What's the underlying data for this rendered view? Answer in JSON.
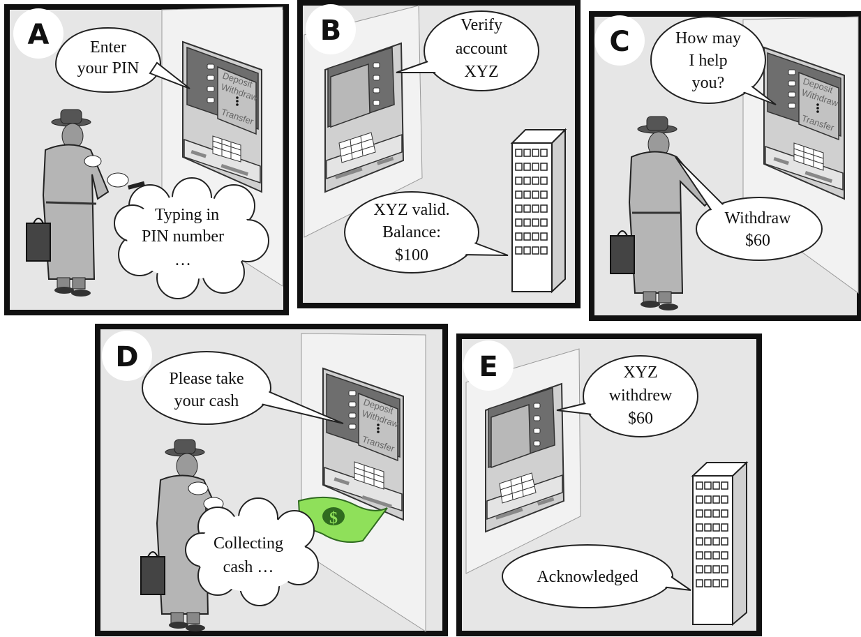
{
  "panels": [
    {
      "id": "A",
      "letter": "A",
      "speech": [
        "Enter",
        "your PIN"
      ],
      "thought": [
        "Typing in",
        "PIN number",
        "…"
      ],
      "screen_menu": [
        "Deposit",
        "Withdraw",
        "Transfer"
      ]
    },
    {
      "id": "B",
      "letter": "B",
      "speech_atm": [
        "Verify",
        "account",
        "XYZ"
      ],
      "speech_bank": [
        "XYZ valid.",
        "Balance:",
        "$100"
      ]
    },
    {
      "id": "C",
      "letter": "C",
      "speech_atm": [
        "How may",
        "I help",
        "you?"
      ],
      "speech_man": [
        "Withdraw",
        "$60"
      ],
      "screen_menu": [
        "Deposit",
        "Withdraw",
        "Transfer"
      ]
    },
    {
      "id": "D",
      "letter": "D",
      "speech_atm": [
        "Please take",
        "your cash"
      ],
      "thought": [
        "Collecting",
        "cash …"
      ],
      "screen_menu": [
        "Deposit",
        "Withdraw",
        "Transfer"
      ],
      "cash_symbol": "$"
    },
    {
      "id": "E",
      "letter": "E",
      "speech_atm": [
        "XYZ",
        "withdrew",
        "$60"
      ],
      "speech_bank": [
        "Acknowledged"
      ]
    }
  ],
  "colors": {
    "panel_bg": "#e6e6e6",
    "panel_border": "#111111",
    "wall": "#f2f2f2",
    "atm_body": "#d9d9d9",
    "screen": "#bdbdbd",
    "cash": "#8fe05a",
    "cash_dark": "#2f6b1f",
    "coat": "#b5b5b5",
    "building": "#ffffff"
  }
}
